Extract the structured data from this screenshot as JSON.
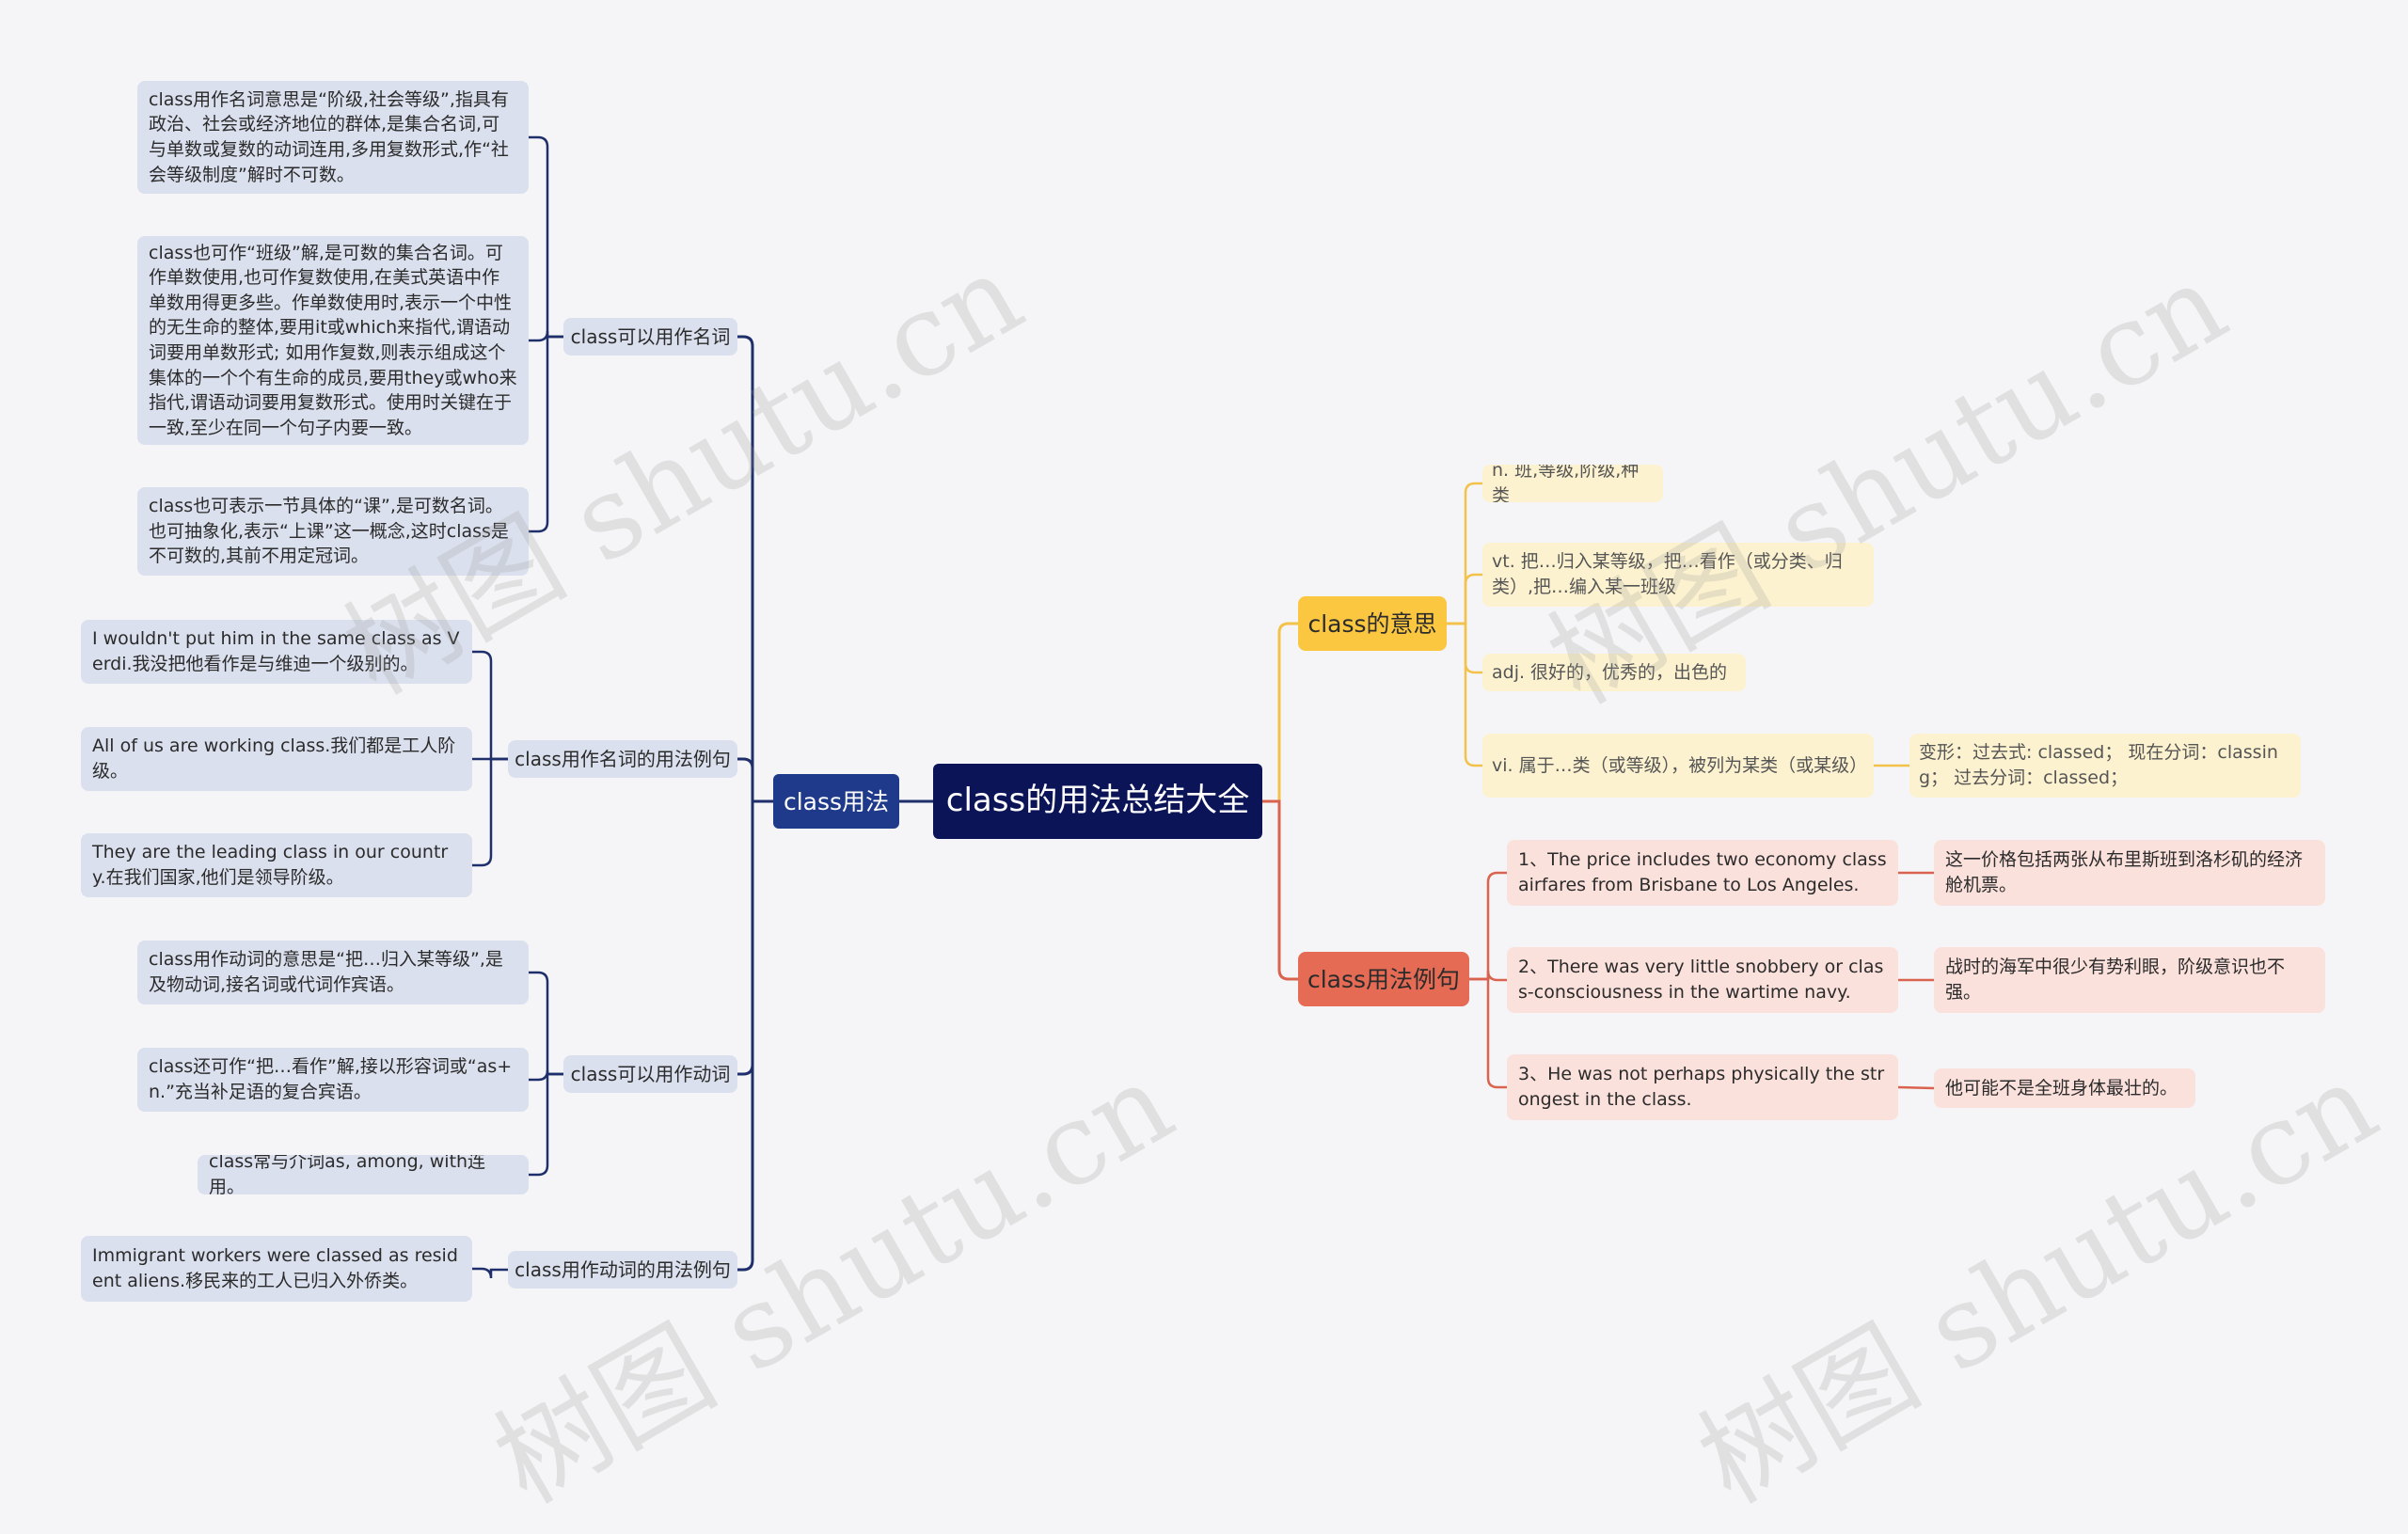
{
  "root": {
    "label": "class的用法总结大全"
  },
  "left_branch": {
    "label": "class用法",
    "groups": [
      {
        "label": "class可以用作名词",
        "items": [
          "class用作名词意思是“阶级,社会等级”,指具有政治、社会或经济地位的群体,是集合名词,可与单数或复数的动词连用,多用复数形式,作“社会等级制度”解时不可数。",
          "class也可作“班级”解,是可数的集合名词。可作单数使用,也可作复数使用,在美式英语中作单数用得更多些。作单数使用时,表示一个中性的无生命的整体,要用it或which来指代,谓语动词要用单数形式; 如用作复数,则表示组成这个集体的一个个有生命的成员,要用they或who来指代,谓语动词要用复数形式。使用时关键在于一致,至少在同一个句子内要一致。",
          "class也可表示一节具体的“课”,是可数名词。也可抽象化,表示“上课”这一概念,这时class是不可数的,其前不用定冠词。"
        ]
      },
      {
        "label": "class用作名词的用法例句",
        "items": [
          "I wouldn't put him in the same class as Verdi.我没把他看作是与维迪一个级别的。",
          "All of us are working class.我们都是工人阶级。",
          "They are the leading class in our country.在我们国家,他们是领导阶级。"
        ]
      },
      {
        "label": "class可以用作动词",
        "items": [
          "class用作动词的意思是“把…归入某等级”,是及物动词,接名词或代词作宾语。",
          "class还可作“把…看作”解,接以形容词或“as+ n.”充当补足语的复合宾语。",
          "class常与介词as, among, with连用。"
        ]
      },
      {
        "label": "class用作动词的用法例句",
        "items": [
          "Immigrant workers were classed as resident aliens.移民来的工人已归入外侨类。"
        ]
      }
    ]
  },
  "meaning_branch": {
    "label": "class的意思",
    "items": [
      "n. 班,等级,阶级,种类",
      "vt. 把…归入某等级，把…看作（或分类、归类）,把…编入某一班级",
      "adj. 很好的，优秀的，出色的",
      "vi. 属于…类（或等级），被列为某类（或某级）"
    ],
    "extra": "变形：过去式: classed；  现在分词：classing；  过去分词：classed；"
  },
  "example_branch": {
    "label": "class用法例句",
    "items": [
      {
        "en": "1、The price includes two economy class airfares from Brisbane to Los Angeles.",
        "cn": "这一价格包括两张从布里斯班到洛杉矶的经济舱机票。"
      },
      {
        "en": "2、There was very little snobbery or class-consciousness in the wartime navy.",
        "cn": "战时的海军中很少有势利眼，阶级意识也不强。"
      },
      {
        "en": "3、He was not perhaps physically the strongest in the class.",
        "cn": "他可能不是全班身体最壮的。"
      }
    ]
  },
  "colors": {
    "root": "#0b1457",
    "left": "#1f3a8a",
    "meaning": "#fcc740",
    "examples": "#e56b55",
    "line_blue": "#1f2f6b",
    "line_yellow": "#f2c24a",
    "line_red": "#d9634e"
  },
  "watermark": "树图 shutu.cn"
}
